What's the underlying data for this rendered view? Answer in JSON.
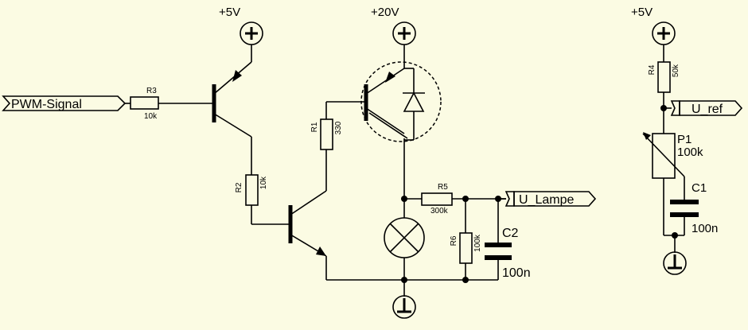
{
  "supply": {
    "v5_left": "+5V",
    "v20": "+20V",
    "v5_right": "+5V"
  },
  "ports": {
    "pwm_input": "PWM-Signal",
    "lamp_output": "U_Lampe",
    "ref_output": "U_ref"
  },
  "components": {
    "r1": {
      "name": "R1",
      "value": "330"
    },
    "r2": {
      "name": "R2",
      "value": "10k"
    },
    "r3": {
      "name": "R3",
      "value": "10k"
    },
    "r4": {
      "name": "R4",
      "value": "50k"
    },
    "r5": {
      "name": "R5",
      "value": "300k"
    },
    "r6": {
      "name": "R6",
      "value": "100k"
    },
    "c1": {
      "name": "C1",
      "value": "100n"
    },
    "c2": {
      "name": "C2",
      "value": "100n"
    },
    "p1": {
      "name": "P1",
      "value": "100k"
    }
  },
  "colors": {
    "background": "#fbfbe3",
    "ink": "#000000"
  }
}
